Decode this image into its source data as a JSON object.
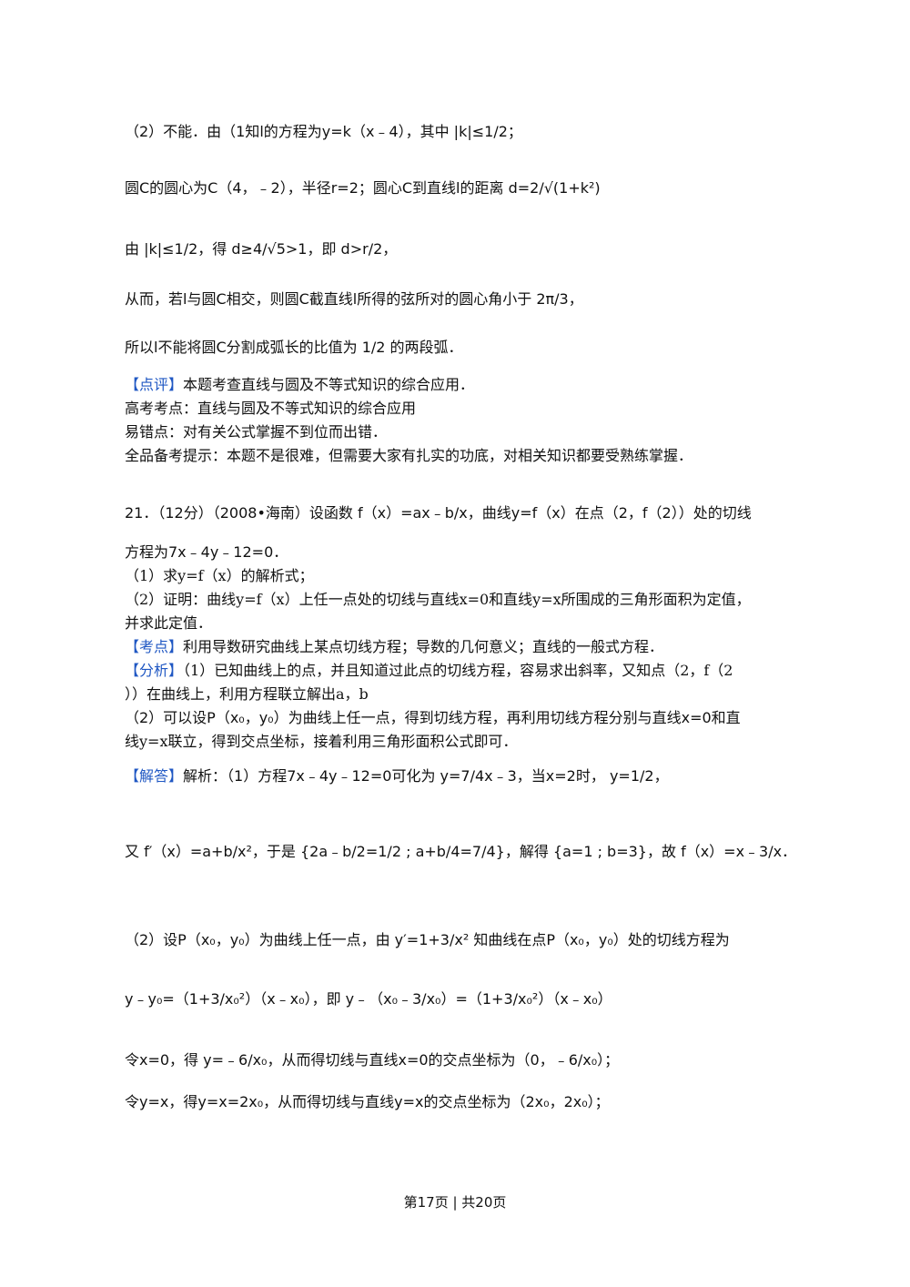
{
  "lines": [
    "（2）不能．由（1知l的方程为y=k（x﹣4），其中 |k|≤1/2；",
    "圆C的圆心为C（4，﹣2），半径r=2；圆心C到直线l的距离 d=2/√(1+k²)",
    "由 |k|≤1/2，得 d≥4/√5>1，即 d>r/2，",
    "从而，若l与圆C相交，则圆C截直线l所得的弦所对的圆心角小于 2π/3，",
    "所以l不能将圆C分割成弧长的比值为 1/2 的两段弧．",
    "高考考点：直线与圆及不等式知识的综合应用",
    "易错点：对有关公式掌握不到位而出错．",
    "全品备考提示：本题不是很难，但需要大家有扎实的功底，对相关知识都要受熟练掌握．",
    "21．（12分）（2008•海南）设函数 f（x）=ax﹣b/x，曲线y=f（x）在点（2，f（2））处的切线",
    "方程为7x﹣4y﹣12=0．",
    "（1）求y=f（x）的解析式；",
    "（2）证明：曲线y=f（x）上任一点处的切线与直线x=0和直线y=x所围成的三角形面积为定值，",
    "并求此定值．",
    "利用导数研究曲线上某点切线方程；导数的几何意义；直线的一般式方程．",
    "（1）已知曲线上的点，并且知道过此点的切线方程，容易求出斜率，又知点（2，f（2",
    "））在曲线上，利用方程联立解出a，b",
    "（2）可以设P（x₀，y₀）为曲线上任一点，得到切线方程，再利用切线方程分别与直线x=0和直",
    "线y=x联立，得到交点坐标，接着利用三角形面积公式即可．",
    "解析：（1）方程7x﹣4y﹣12=0可化为 y=7/4x﹣3，当x=2时， y=1/2，",
    "又 f′（x）=a+b/x²，于是 {2a﹣b/2=1/2 ; a+b/4=7/4}，解得 {a=1 ; b=3}，故 f（x）=x﹣3/x．",
    "（2）设P（x₀，y₀）为曲线上任一点，由 y′=1+3/x² 知曲线在点P（x₀，y₀）处的切线方程为",
    "y﹣y₀=（1+3/x₀²）（x﹣x₀），即 y﹣（x₀﹣3/x₀）=（1+3/x₀²）（x﹣x₀）",
    "令x=0，得 y=﹣6/x₀，从而得切线与直线x=0的交点坐标为（0，﹣6/x₀）；",
    "令y=x，得y=x=2x₀，从而得切线与直线y=x的交点坐标为（2x₀，2x₀）；"
  ],
  "comment": {
    "tag": "【点评】",
    "text": "本题考查直线与圆及不等式知识的综合应用．"
  },
  "kaodian_tag": "【考点】",
  "fenxi_tag": "【分析】",
  "jieda_tag": "【解答】",
  "footer": "第17页 | 共20页",
  "colors": {
    "tag": "#1f57c3"
  }
}
